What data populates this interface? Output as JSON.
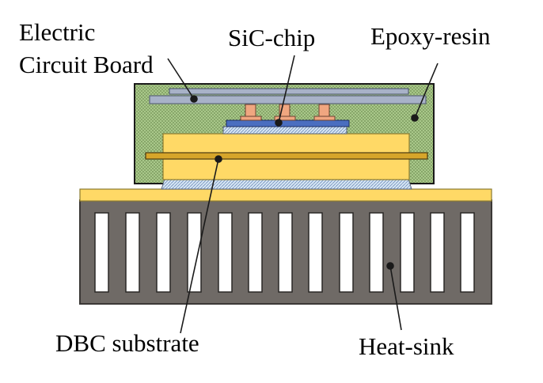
{
  "labels": {
    "board_line1": "Electric",
    "board_line2": "Circuit Board",
    "chip": "SiC-chip",
    "resin": "Epoxy-resin",
    "dbc": "DBC substrate",
    "heatsink": "Heat-sink"
  },
  "colors": {
    "resin_fill": "#a9c88a",
    "resin_dot": "#55743a",
    "heatsink": "#6f6a66",
    "dbc_yellow": "#ffd966",
    "dbc_bar": "#d6a52a",
    "board": "#a8b2c8",
    "board_edge": "#5a6478",
    "bump": "#f0a680",
    "chip_blue": "#4a6ec0",
    "hatch_blue": "#c9dbef",
    "slot": "#ffffff"
  }
}
